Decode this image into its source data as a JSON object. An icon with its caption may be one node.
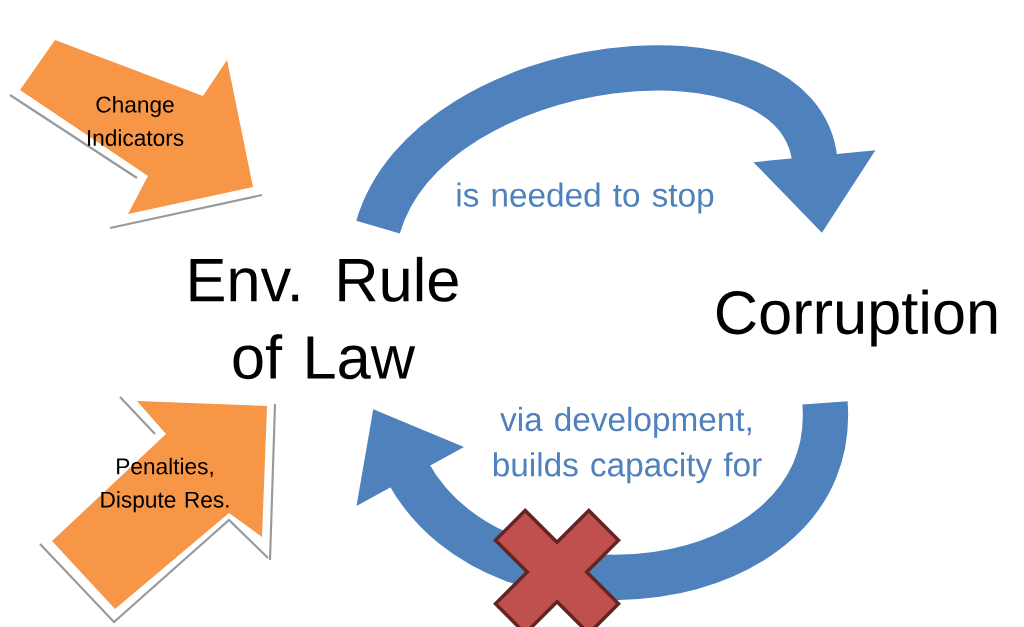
{
  "diagram": {
    "nodes": [
      {
        "text": [
          "Env. Rule of Law"
        ]
      },
      {
        "text": [
          "Corruption"
        ]
      },
      {
        "text": [
          "Change Indicators"
        ]
      },
      {
        "text": [
          "Penalties, Dispute Res."
        ]
      }
    ],
    "edges": [
      {
        "from": 0,
        "to": 1,
        "arrow": "to",
        "label": "is needed to stop"
      },
      {
        "from": 1,
        "to": 0,
        "arrow": "to",
        "label": "via development, builds capacity for"
      }
    ]
  }
}
